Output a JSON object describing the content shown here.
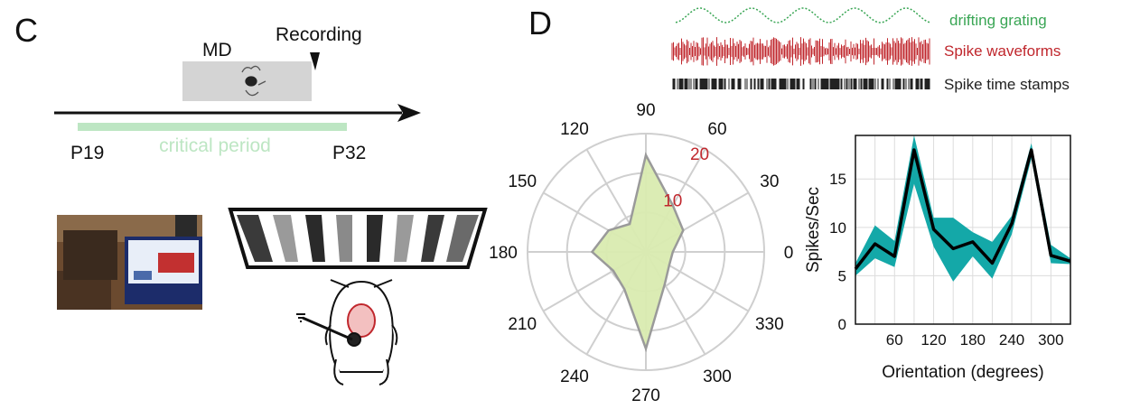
{
  "panels": {
    "c_label": "C",
    "d_label": "D"
  },
  "timeline": {
    "md_label": "MD",
    "recording_label": "Recording",
    "start_label": "P19",
    "end_label": "P32",
    "critical_label": "critical period",
    "critical_color": "#bde6c3"
  },
  "legend": {
    "grating": "drifting grating",
    "waveforms": "Spike waveforms",
    "timestamps": "Spike time stamps",
    "grating_color": "#3aa655",
    "waveform_color": "#c0272d",
    "timestamp_color": "#222222"
  },
  "chart_data": [
    {
      "type": "polar",
      "theta_labels": [
        "0",
        "30",
        "60",
        "90",
        "120",
        "150",
        "180",
        "210",
        "240",
        "270",
        "300",
        "330"
      ],
      "r_tick_labels": [
        "10",
        "20"
      ],
      "r_max": 22,
      "theta_deg": [
        0,
        30,
        60,
        90,
        120,
        150,
        180,
        210,
        240,
        270,
        300,
        330
      ],
      "r": [
        5,
        8,
        10,
        18,
        6,
        8,
        10,
        7,
        8,
        18,
        7,
        5
      ],
      "fill_color": "#d9ebb0",
      "stroke_color": "#9a9a9a"
    },
    {
      "type": "area",
      "xlabel": "Orientation (degrees)",
      "ylabel": "Spikes/Sec",
      "xlim": [
        0,
        330
      ],
      "ylim": [
        0,
        19.5
      ],
      "x_ticks": [
        60,
        120,
        180,
        240,
        300
      ],
      "y_ticks": [
        0,
        5,
        10,
        15
      ],
      "x": [
        0,
        30,
        60,
        90,
        120,
        150,
        180,
        210,
        240,
        270,
        300,
        330
      ],
      "mean": [
        5.7,
        8.3,
        7.0,
        18.0,
        9.8,
        7.8,
        8.5,
        6.3,
        10.4,
        18.0,
        7.1,
        6.5
      ],
      "upper": [
        6.3,
        10.2,
        8.6,
        19.5,
        11.0,
        11.0,
        9.5,
        8.5,
        11.2,
        18.7,
        8.2,
        6.8
      ],
      "lower": [
        5.0,
        6.8,
        5.9,
        14.5,
        8.0,
        4.4,
        7.0,
        4.7,
        9.3,
        17.1,
        6.3,
        6.2
      ],
      "line_color": "#000000",
      "band_color": "#14a8a8"
    }
  ]
}
